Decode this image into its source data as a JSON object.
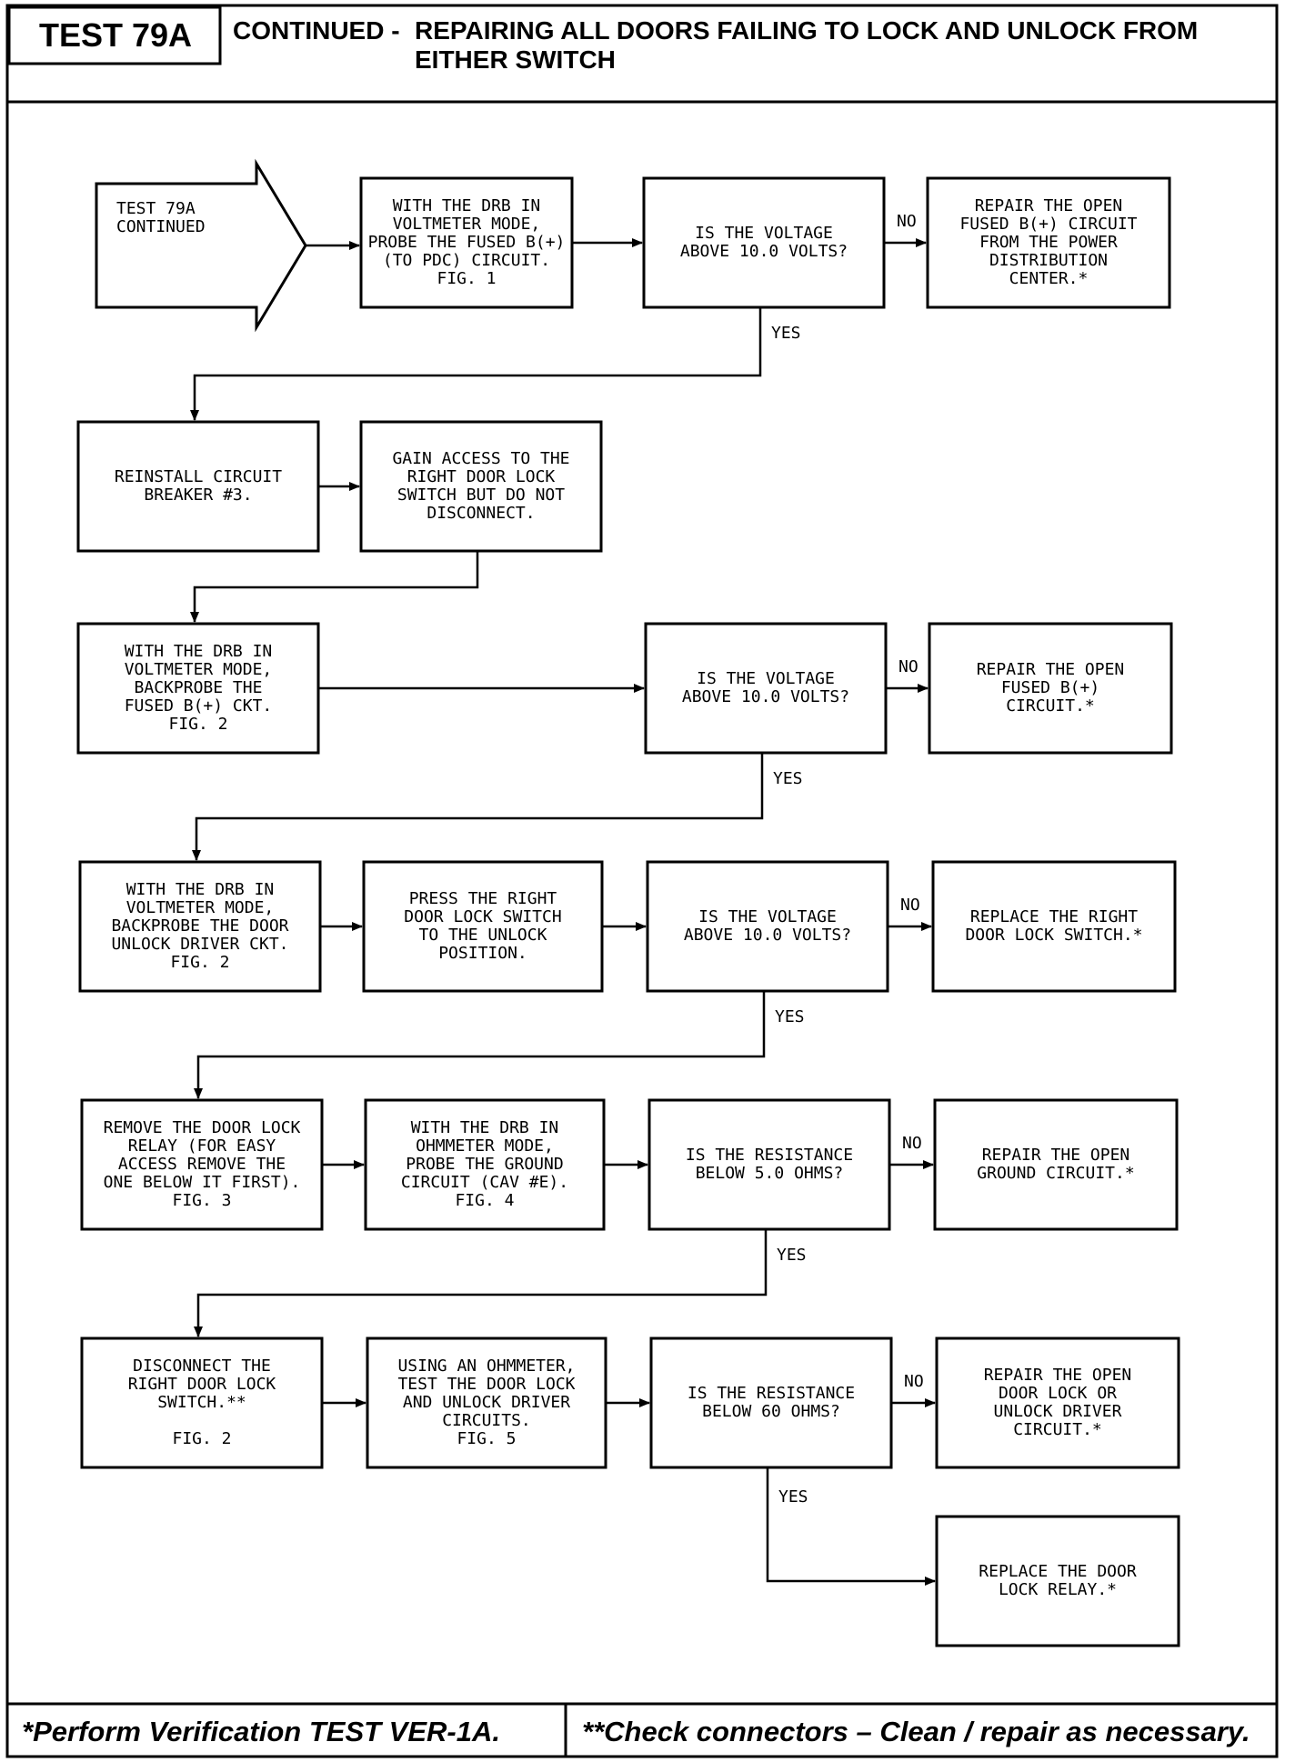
{
  "header": {
    "test_id": "TEST 79A",
    "prefix": "CONTINUED -",
    "title": "REPAIRING ALL DOORS FAILING TO LOCK AND UNLOCK FROM EITHER SWITCH"
  },
  "flowchart": {
    "nodes": [
      {
        "id": "start",
        "shape": "arrow",
        "text": "TEST 79A\nCONTINUED"
      },
      {
        "id": "probe_fused_pdc",
        "shape": "box",
        "text": "WITH THE DRB IN\nVOLTMETER MODE,\nPROBE THE FUSED B(+)\n(TO PDC) CIRCUIT.\nFIG. 1"
      },
      {
        "id": "q_voltage_1",
        "shape": "box",
        "text": "IS THE VOLTAGE\nABOVE 10.0 VOLTS?"
      },
      {
        "id": "repair_fused_pdc",
        "shape": "box",
        "text": "REPAIR THE OPEN\nFUSED B(+) CIRCUIT\nFROM THE POWER\nDISTRIBUTION\nCENTER.*"
      },
      {
        "id": "reinstall_breaker",
        "shape": "box",
        "text": "REINSTALL CIRCUIT\nBREAKER #3."
      },
      {
        "id": "gain_access",
        "shape": "box",
        "text": "GAIN ACCESS TO THE\nRIGHT DOOR LOCK\nSWITCH BUT DO NOT\nDISCONNECT."
      },
      {
        "id": "backprobe_fused",
        "shape": "box",
        "text": "WITH THE DRB IN\nVOLTMETER MODE,\nBACKPROBE THE\nFUSED B(+) CKT.\nFIG. 2"
      },
      {
        "id": "q_voltage_2",
        "shape": "box",
        "text": "IS THE VOLTAGE\nABOVE 10.0 VOLTS?"
      },
      {
        "id": "repair_fused",
        "shape": "box",
        "text": "REPAIR THE OPEN\nFUSED B(+)\nCIRCUIT.*"
      },
      {
        "id": "backprobe_unlock",
        "shape": "box",
        "text": "WITH THE DRB IN\nVOLTMETER MODE,\nBACKPROBE THE DOOR\nUNLOCK DRIVER CKT.\nFIG. 2"
      },
      {
        "id": "press_switch",
        "shape": "box",
        "text": "PRESS THE RIGHT\nDOOR LOCK SWITCH\nTO THE UNLOCK\nPOSITION."
      },
      {
        "id": "q_voltage_3",
        "shape": "box",
        "text": "IS THE VOLTAGE\nABOVE 10.0 VOLTS?"
      },
      {
        "id": "replace_switch",
        "shape": "box",
        "text": "REPLACE THE RIGHT\nDOOR LOCK SWITCH.*"
      },
      {
        "id": "remove_relay",
        "shape": "box",
        "text": "REMOVE THE DOOR LOCK\nRELAY (FOR EASY\nACCESS REMOVE THE\nONE BELOW IT FIRST).\nFIG. 3"
      },
      {
        "id": "probe_ground",
        "shape": "box",
        "text": "WITH THE DRB IN\nOHMMETER MODE,\nPROBE THE GROUND\nCIRCUIT (CAV #E).\nFIG. 4"
      },
      {
        "id": "q_resistance_1",
        "shape": "box",
        "text": "IS THE RESISTANCE\nBELOW 5.0 OHMS?"
      },
      {
        "id": "repair_ground",
        "shape": "box",
        "text": "REPAIR THE OPEN\nGROUND CIRCUIT.*"
      },
      {
        "id": "disconnect_switch",
        "shape": "box",
        "text": "DISCONNECT THE\nRIGHT DOOR LOCK\nSWITCH.**\n\nFIG. 2"
      },
      {
        "id": "test_drivers",
        "shape": "box",
        "text": "USING AN OHMMETER,\nTEST THE DOOR LOCK\nAND UNLOCK DRIVER\nCIRCUITS.\nFIG. 5"
      },
      {
        "id": "q_resistance_2",
        "shape": "box",
        "text": "IS THE RESISTANCE\nBELOW 60 OHMS?"
      },
      {
        "id": "repair_driver",
        "shape": "box",
        "text": "REPAIR THE OPEN\nDOOR LOCK OR\nUNLOCK DRIVER\nCIRCUIT.*"
      },
      {
        "id": "replace_relay",
        "shape": "box",
        "text": "REPLACE THE DOOR\nLOCK RELAY.*"
      }
    ],
    "edges": [
      {
        "from": "start",
        "to": "probe_fused_pdc",
        "label": ""
      },
      {
        "from": "probe_fused_pdc",
        "to": "q_voltage_1",
        "label": ""
      },
      {
        "from": "q_voltage_1",
        "to": "repair_fused_pdc",
        "label": "NO"
      },
      {
        "from": "q_voltage_1",
        "to": "reinstall_breaker",
        "label": "YES"
      },
      {
        "from": "reinstall_breaker",
        "to": "gain_access",
        "label": ""
      },
      {
        "from": "gain_access",
        "to": "backprobe_fused",
        "label": ""
      },
      {
        "from": "backprobe_fused",
        "to": "q_voltage_2",
        "label": ""
      },
      {
        "from": "q_voltage_2",
        "to": "repair_fused",
        "label": "NO"
      },
      {
        "from": "q_voltage_2",
        "to": "backprobe_unlock",
        "label": "YES"
      },
      {
        "from": "backprobe_unlock",
        "to": "press_switch",
        "label": ""
      },
      {
        "from": "press_switch",
        "to": "q_voltage_3",
        "label": ""
      },
      {
        "from": "q_voltage_3",
        "to": "replace_switch",
        "label": "NO"
      },
      {
        "from": "q_voltage_3",
        "to": "remove_relay",
        "label": "YES"
      },
      {
        "from": "remove_relay",
        "to": "probe_ground",
        "label": ""
      },
      {
        "from": "probe_ground",
        "to": "q_resistance_1",
        "label": ""
      },
      {
        "from": "q_resistance_1",
        "to": "repair_ground",
        "label": "NO"
      },
      {
        "from": "q_resistance_1",
        "to": "disconnect_switch",
        "label": "YES"
      },
      {
        "from": "disconnect_switch",
        "to": "test_drivers",
        "label": ""
      },
      {
        "from": "test_drivers",
        "to": "q_resistance_2",
        "label": ""
      },
      {
        "from": "q_resistance_2",
        "to": "repair_driver",
        "label": "NO"
      },
      {
        "from": "q_resistance_2",
        "to": "replace_relay",
        "label": "YES"
      }
    ]
  },
  "footer": {
    "left": "*Perform Verification TEST VER-1A.",
    "right": "**Check connectors – Clean / repair as necessary."
  }
}
